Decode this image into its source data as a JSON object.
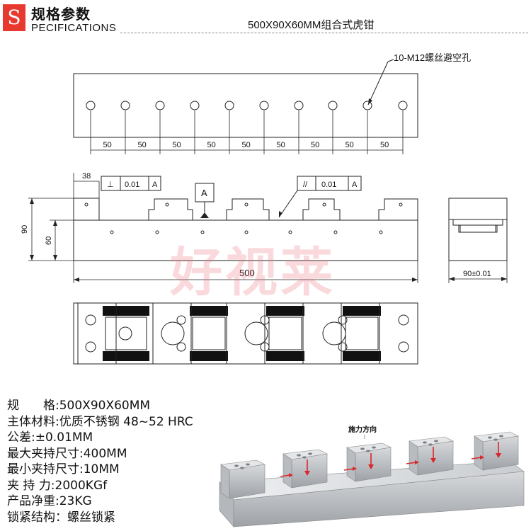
{
  "header": {
    "badge": "S",
    "title_zh": "规格参数",
    "title_en": "PECIFICATIONS",
    "product_title": "500X90X60MM组合式虎钳"
  },
  "drawing": {
    "hole_callout": "10-M12螺丝避空孔",
    "pitch_labels": [
      "50",
      "50",
      "50",
      "50",
      "50",
      "50",
      "50",
      "50",
      "50"
    ],
    "dim_38": "38",
    "perp_symbol": "⊥",
    "perp_tol": "0.01",
    "perp_ref": "A",
    "datum": "A",
    "para_symbol": "//",
    "para_tol": "0.01",
    "para_ref": "A",
    "dim_90": "90",
    "dim_60": "60",
    "dim_500": "500",
    "dim_width": "90±0.01"
  },
  "watermark": "好视莱",
  "specs": [
    "规　　格:500X90X60MM",
    "主体材料:优质不锈钢 48~52 HRC",
    "公差:±0.01MM",
    "最大夹持尺寸:400MM",
    "最小夹持尺寸:10MM",
    "夹 持 力:2000KGf",
    "产品净重:23KG",
    "锁紧结构：螺丝锁紧"
  ],
  "photo": {
    "force_label": "施力方向"
  },
  "colors": {
    "accent": "#e8392f",
    "arrow": "#d9262c"
  }
}
